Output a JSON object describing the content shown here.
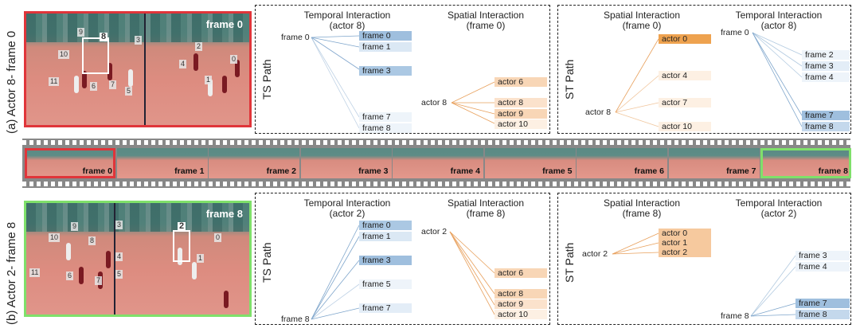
{
  "rows": [
    {
      "row_label": "(a) Actor 8- frame 0",
      "photo_label": "frame 0",
      "photo_border": "#e0353a",
      "box_number": "8",
      "jersey_numbers": [
        "9",
        "10",
        "11",
        "6",
        "5",
        "7",
        "3",
        "2",
        "0",
        "1",
        "4"
      ],
      "left_panel": {
        "path_label": "TS Path",
        "temporal": {
          "title": "Temporal Interaction",
          "subtitle": "(actor 8)",
          "source": "frame 0",
          "nodes": [
            "frame 0",
            "frame 1",
            "frame 3",
            "frame 7",
            "frame 8"
          ]
        },
        "spatial": {
          "title": "Spatial Interaction",
          "subtitle": "(frame 0)",
          "source": "actor 8",
          "nodes": [
            "actor 6",
            "actor 8",
            "actor 9",
            "actor 10"
          ]
        }
      },
      "right_panel": {
        "path_label": "ST Path",
        "spatial": {
          "title": "Spatial Interaction",
          "subtitle": "(frame 0)",
          "source": "actor 8",
          "nodes": [
            "actor 0",
            "actor 4",
            "actor 7",
            "actor 10"
          ]
        },
        "temporal": {
          "title": "Temporal Interaction",
          "subtitle": "(actor 8)",
          "source": "frame 0",
          "nodes": [
            "frame 2",
            "frame 3",
            "frame 4",
            "frame 7",
            "frame 8"
          ]
        }
      }
    },
    {
      "row_label": "(b) Actor 2- frame 8",
      "photo_label": "frame 8",
      "photo_border": "#7fe06a",
      "box_number": "2",
      "jersey_numbers": [
        "9",
        "10",
        "11",
        "6",
        "8",
        "7",
        "3",
        "4",
        "5",
        "0",
        "1"
      ],
      "left_panel": {
        "path_label": "TS Path",
        "temporal": {
          "title": "Temporal Interaction",
          "subtitle": "(actor 2)",
          "source": "frame 8",
          "nodes": [
            "frame 0",
            "frame 1",
            "frame 3",
            "frame 5",
            "frame 7"
          ]
        },
        "spatial": {
          "title": "Spatial Interaction",
          "subtitle": "(frame 8)",
          "source": "actor 2",
          "nodes": [
            "actor 6",
            "actor 8",
            "actor 9",
            "actor 10"
          ]
        }
      },
      "right_panel": {
        "path_label": "ST Path",
        "spatial": {
          "title": "Spatial Interaction",
          "subtitle": "(frame 8)",
          "source": "actor 2",
          "nodes": [
            "actor 0",
            "actor 1",
            "actor 2"
          ]
        },
        "temporal": {
          "title": "Temporal Interaction",
          "subtitle": "(actor 2)",
          "source": "frame 8",
          "nodes": [
            "frame 3",
            "frame 4",
            "frame 7",
            "frame 8"
          ]
        }
      }
    }
  ],
  "filmstrip": {
    "frames": [
      "frame 0",
      "frame 1",
      "frame 2",
      "frame 3",
      "frame 4",
      "frame 5",
      "frame 6",
      "frame 7",
      "frame 8"
    ],
    "highlight_first": "#e0353a",
    "highlight_last": "#7fe06a"
  },
  "colors": {
    "temporal_edge": "#7fa6cc",
    "spatial_edge": "#e8a05c"
  }
}
